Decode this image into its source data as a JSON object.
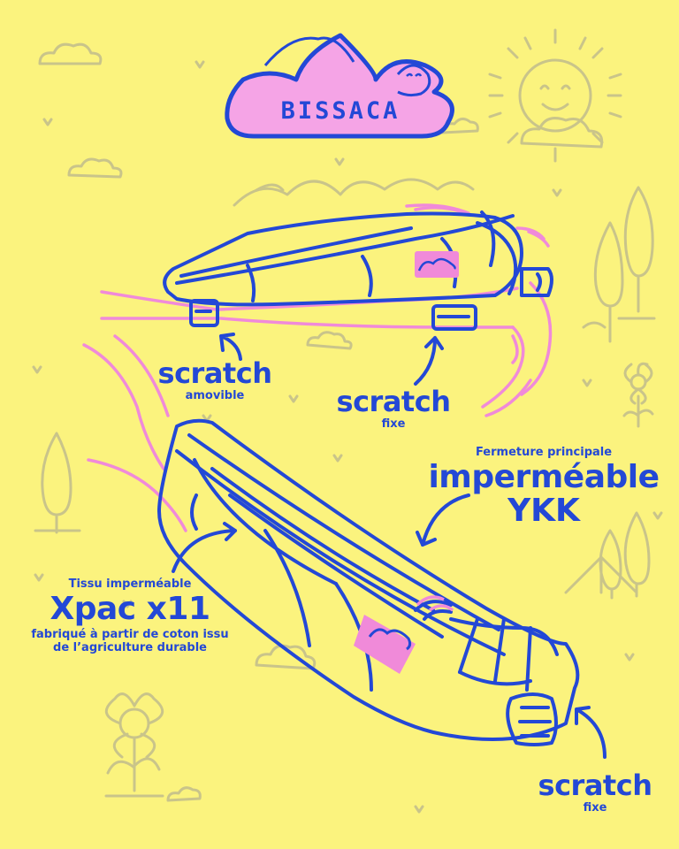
{
  "brand": {
    "name": "BISSACA"
  },
  "labels": {
    "scratch_removable": {
      "title": "scratch",
      "sub": "amovible"
    },
    "scratch_fixed_top": {
      "title": "scratch",
      "sub": "fixe"
    },
    "zipper": {
      "intro": "Fermeture principale",
      "title_line1": "imperméable",
      "title_line2": "YKK"
    },
    "fabric": {
      "intro": "Tissu imperméable",
      "title": "Xpac x11",
      "desc_line1": "fabriqué à partir de coton issu",
      "desc_line2": "de l’agriculture durable"
    },
    "scratch_fixed_bottom": {
      "title": "scratch",
      "sub": "fixe"
    }
  },
  "colors": {
    "background": "#fbf37e",
    "ink_blue": "#2348d6",
    "pink": "#f08ad9",
    "olive": "#c9c48a"
  }
}
